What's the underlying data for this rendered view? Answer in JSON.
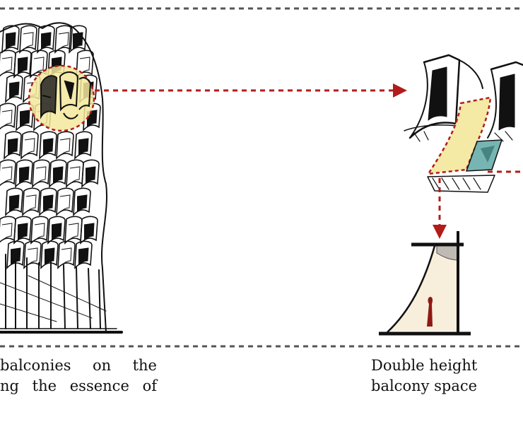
{
  "captions": {
    "left": {
      "line1": "balconies on the",
      "line2": "ng the essence of"
    },
    "middle": {
      "line1": "Double height",
      "line2": "balcony space"
    }
  },
  "colors": {
    "accent_arrow": "#b31b1b",
    "highlight_fill": "#f3e79b",
    "highlight_stroke": "#b31b1b",
    "teal_fill": "#5fa8a6",
    "ink": "#111111",
    "divider": "#555555",
    "section_fill": "#f7eedb",
    "figure": "#8e1a12"
  }
}
